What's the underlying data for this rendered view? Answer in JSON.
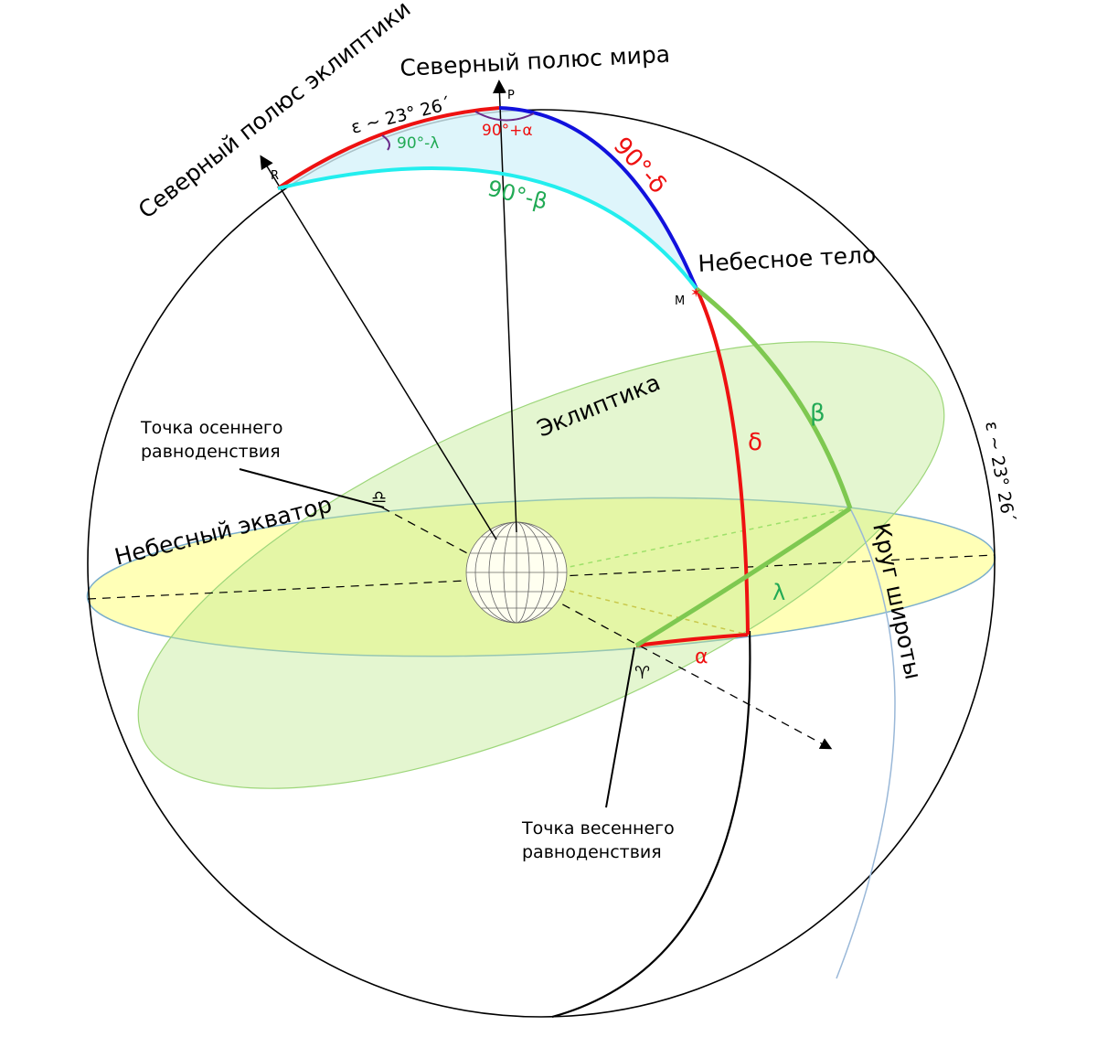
{
  "labels": {
    "celestial_north_pole": "Северный полюс мира",
    "ecliptic_north_pole": "Северный полюс эклиптики",
    "obliquity_top": "ε ~ 23° 26´",
    "obliquity_right": "ε ~ 23° 26´",
    "point_p": "P",
    "point_r": "R",
    "point_m": "M",
    "angle_90_minus_lambda": "90°-λ",
    "angle_90_plus_alpha": "90°+α",
    "arc_90_minus_delta": "90°-δ",
    "arc_90_minus_beta": "90°-β",
    "celestial_body": "Небесное тело",
    "ecliptic": "Эклиптика",
    "celestial_equator": "Небесный экватор",
    "latitude_circle": "Круг широты",
    "autumn_equinox_line1": "Точка осеннего",
    "autumn_equinox_line2": "равноденствия",
    "spring_equinox_line1": "Точка весеннего",
    "spring_equinox_line2": "равноденствия",
    "delta": "δ",
    "beta": "β",
    "lambda": "λ",
    "alpha": "α",
    "libra_symbol": "♎",
    "aries_symbol": "♈"
  },
  "colors": {
    "equator_fill": "#ffffaa",
    "ecliptic_fill": "#c8eea0",
    "triangle_fill": "#d6f2fa",
    "red_arc": "#ee1111",
    "blue_arc": "#1111dd",
    "cyan_arc": "#22eeee",
    "green_arc": "#7ec850",
    "label_red": "#ee1111",
    "label_green": "#22aa55",
    "angle_mark": "#6a2a8a"
  }
}
